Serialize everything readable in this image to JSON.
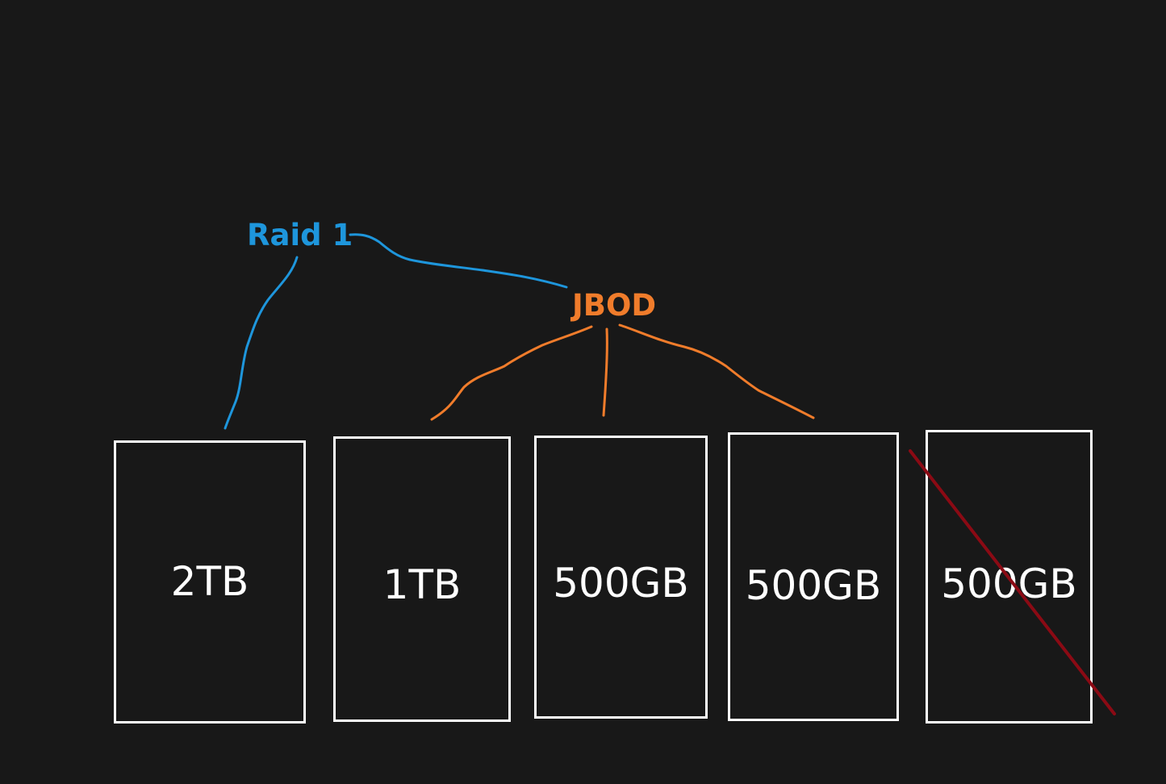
{
  "groups": {
    "raid": {
      "label": "Raid 1",
      "color": "#1e96dc"
    },
    "jbod": {
      "label": "JBOD",
      "color": "#f07c2b"
    }
  },
  "drives": [
    {
      "label": "2TB",
      "group": "raid",
      "crossed_out": false
    },
    {
      "label": "1TB",
      "group": "jbod",
      "crossed_out": false
    },
    {
      "label": "500GB",
      "group": "jbod",
      "crossed_out": false
    },
    {
      "label": "500GB",
      "group": "jbod",
      "crossed_out": false
    },
    {
      "label": "500GB",
      "group": "none",
      "crossed_out": true
    }
  ],
  "colors": {
    "background": "#181818",
    "drive_border": "#ffffff",
    "strike": "#8b0a14"
  }
}
